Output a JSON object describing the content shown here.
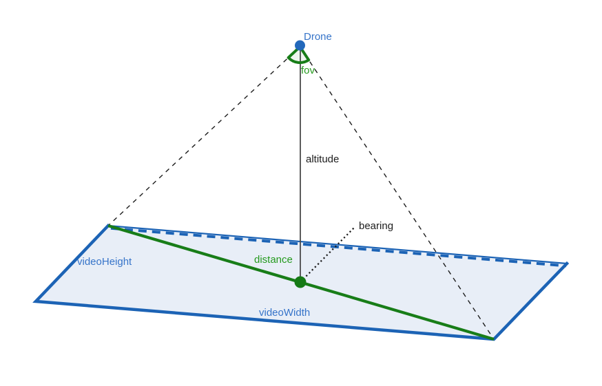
{
  "diagram": {
    "type": "drone-camera-footprint-geometry",
    "labels": {
      "drone": "Drone",
      "fov": "fov",
      "altitude": "altitude",
      "bearing": "bearing",
      "distance": "distance",
      "videoHeight": "videoHeight",
      "videoWidth": "videoWidth"
    },
    "elements": [
      {
        "name": "drone-point",
        "shape": "filled-circle",
        "color": "#2368bb"
      },
      {
        "name": "ground-center-point",
        "shape": "filled-circle",
        "color": "#157a15"
      },
      {
        "name": "fov-angle-wedge",
        "shape": "angle-sector",
        "color": "#187d18"
      },
      {
        "name": "ground-plane",
        "shape": "parallelogram",
        "fill": "#e8eef7",
        "edge_color": "#1c63b5",
        "top_edge_style": "dashed"
      },
      {
        "name": "altitude-line",
        "style": "solid",
        "color": "#4a4a4a"
      },
      {
        "name": "distance-line",
        "style": "solid",
        "color": "#187d18"
      },
      {
        "name": "bearing-line",
        "style": "dotted",
        "color": "#1c1c1c"
      },
      {
        "name": "fov-left-ray",
        "style": "dashed",
        "color": "#1c1c1c"
      },
      {
        "name": "fov-right-ray",
        "style": "dashed",
        "color": "#1c1c1c"
      }
    ],
    "colors": {
      "blue_edge": "#1c63b5",
      "blue_label": "#3674c9",
      "green_line": "#187d18",
      "green_label": "#259a1e",
      "dark_line": "#1c1c1c",
      "plane_fill": "#e8eef7",
      "background": "#ffffff"
    }
  }
}
